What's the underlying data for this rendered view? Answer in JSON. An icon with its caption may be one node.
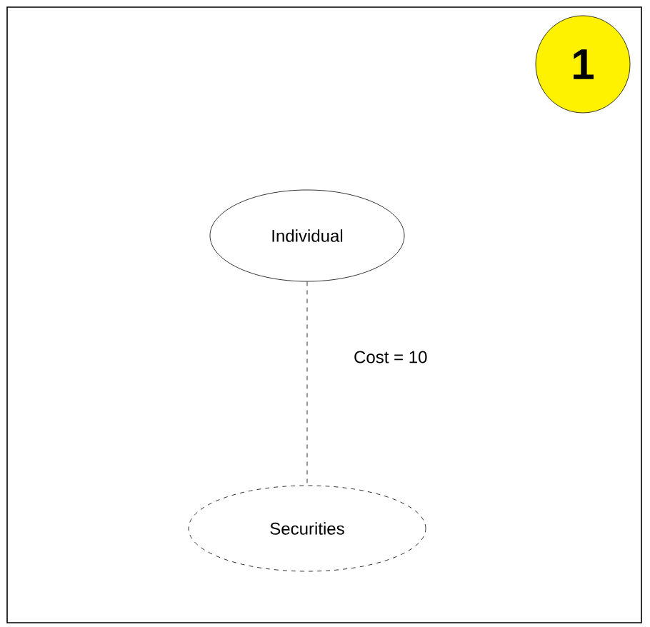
{
  "diagram": {
    "nodes": [
      {
        "text": [
          "1"
        ]
      },
      {
        "text": [
          "Individual"
        ]
      },
      {
        "text": [
          "Securities"
        ]
      }
    ],
    "edges": [
      {
        "from": 1,
        "to": 2,
        "arrow": "none",
        "style": "dashed",
        "label": "Cost = 10"
      }
    ]
  }
}
